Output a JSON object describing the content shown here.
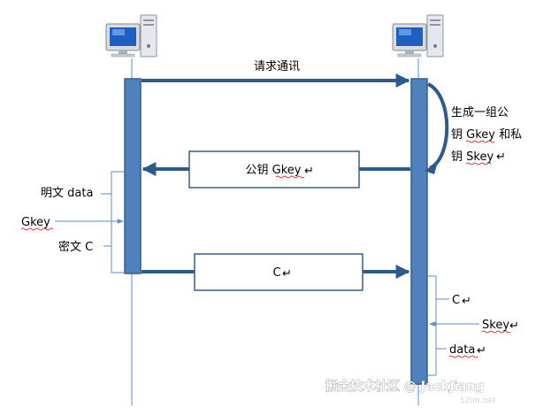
{
  "participants": {
    "client": {
      "icon": "computer-icon"
    },
    "server": {
      "icon": "computer-icon"
    }
  },
  "messages": {
    "request": "请求通讯",
    "public_key": "公钥 Gkey",
    "cipher": "C"
  },
  "server_note": {
    "line1": "生成一组公",
    "line2": "钥 Gkey 和私",
    "line3": "钥 Skey"
  },
  "client_process": {
    "plaintext": "明文 data",
    "key": "Gkey",
    "ciphertext": "密文 C"
  },
  "server_process": {
    "ciphertext": "C",
    "key": "Skey",
    "plaintext": "data"
  },
  "paragraph_mark": "↵",
  "watermark": {
    "text": "掘金技术社区 @ JackJiang",
    "sub": "52im.net"
  },
  "colors": {
    "bar_fill": "#4f81bd",
    "bar_stroke": "#385d8a",
    "arrow": "#2e5a8c",
    "thin_line": "#5b8cc4",
    "box_stroke": "#385d8a",
    "squiggle": "#d00000"
  }
}
